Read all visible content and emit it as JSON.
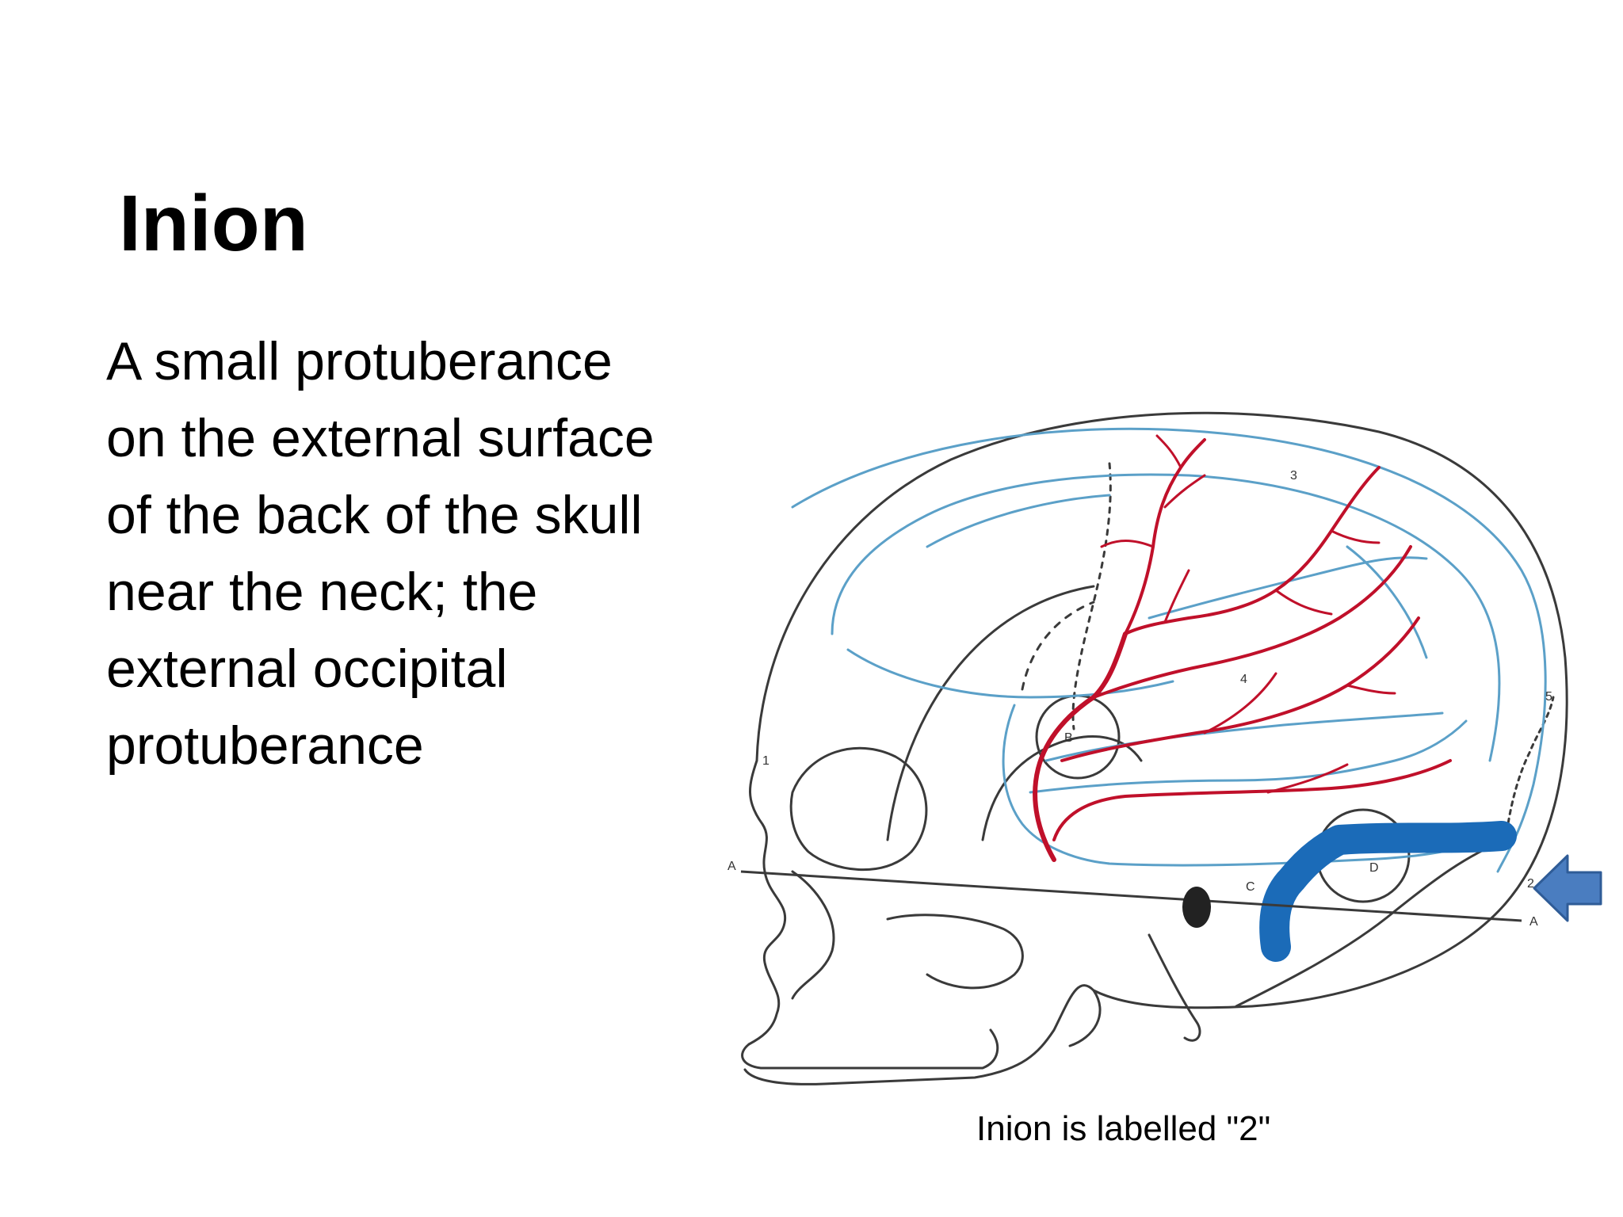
{
  "slide": {
    "title": "Inion",
    "body_lines": [
      "A small protuberance",
      "on the external surface",
      "of the back of the skull",
      "near the neck; the",
      "external occipital",
      "protuberance"
    ],
    "caption": "Inion is labelled \"2\""
  },
  "figure": {
    "labels": [
      "1",
      "2",
      "3",
      "4",
      "5",
      "A",
      "A",
      "B",
      "C",
      "D"
    ],
    "colors": {
      "outline": "#3a3a3a",
      "vessel_blue": "#5ba0c8",
      "artery_red": "#c0102a",
      "sinus_blue": "#1b6bb8",
      "arrow_fill": "#4a7dc0",
      "arrow_stroke": "#2f5c97"
    },
    "icons": [
      "arrow-left-icon"
    ]
  }
}
